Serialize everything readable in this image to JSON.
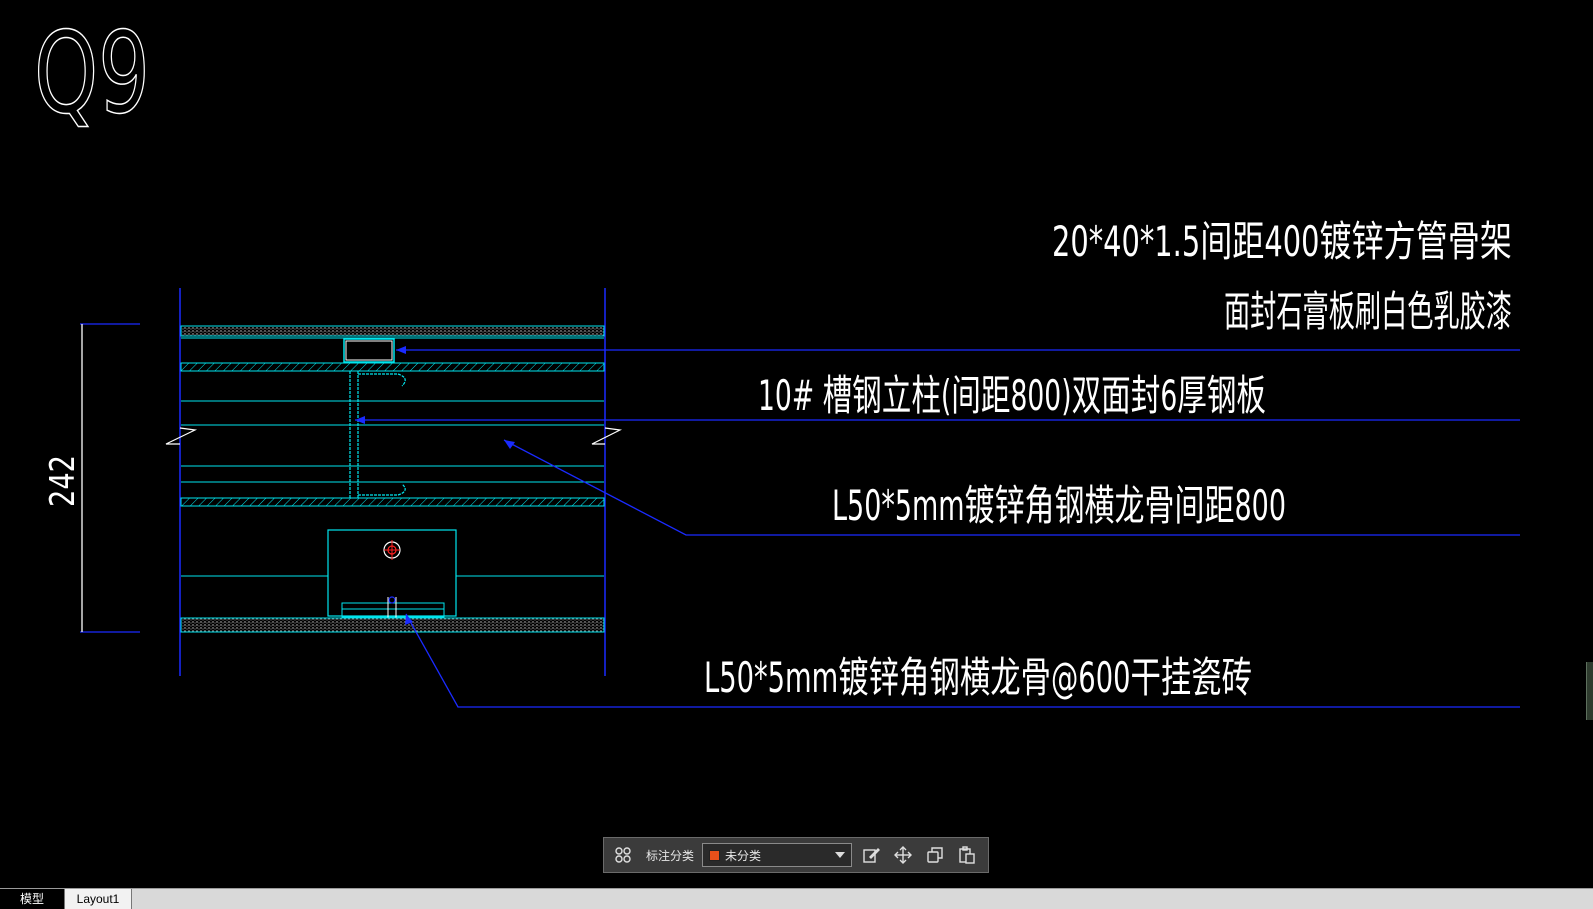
{
  "drawing": {
    "title_mark": "Q9",
    "dimension_text": "242",
    "labels": {
      "line1": "20*40*1.5间距400镀锌方管骨架",
      "line2": "面封石膏板刷白色乳胶漆",
      "line3": "10# 槽钢立柱(间距800)双面封6厚钢板",
      "line4": "L50*5mm镀锌角钢横龙骨间距800",
      "line5": "L50*5mm镀锌角钢横龙骨@600干挂瓷砖"
    },
    "colors": {
      "background": "#000000",
      "cyan": "#00e5ee",
      "blue": "#1a2bff",
      "white": "#ffffff",
      "red": "#ff2020"
    }
  },
  "toolbar": {
    "label": "标注分类",
    "select_value": "未分类",
    "swatch_color": "#e8501a",
    "icons": [
      "grid-icon",
      "edit-icon",
      "move-icon",
      "copy-icon",
      "paste-icon"
    ]
  },
  "tabs": [
    {
      "label": "模型",
      "active": true
    },
    {
      "label": "Layout1",
      "active": false
    }
  ]
}
